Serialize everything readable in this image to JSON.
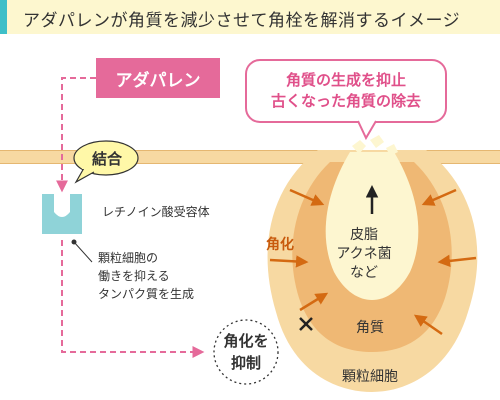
{
  "title": "アダパレンが角質を減少させて角栓を解消するイメージ",
  "drug": {
    "label": "アダパレン"
  },
  "callout": {
    "line1": "角質の生成を抑止",
    "line2": "古くなった角質の除去"
  },
  "bond": {
    "label": "結合"
  },
  "receptor": {
    "label": "レチノイン酸受容体"
  },
  "note": {
    "line1": "顆粒細胞の",
    "line2": "働きを抑える",
    "line3": "タンパク質を生成"
  },
  "inhibit": {
    "line1": "角化を",
    "line2": "抑制"
  },
  "pore": {
    "sebum_line1": "皮脂",
    "sebum_line2": "アクネ菌",
    "sebum_line3": "など",
    "keratinization_label": "角化",
    "stratum_corneum_label": "角質",
    "granular_cells_label": "顆粒細胞"
  },
  "colors": {
    "accent_teal": "#3ebfc8",
    "title_bg": "#fdf7cf",
    "drug_pink": "#e56a9a",
    "skin_band": "#f7d9a2",
    "granular_layer": "#f7d9a2",
    "stratum_corneum": "#efb874",
    "sebum": "#fdf6d0",
    "arrow_orange": "#d46a12",
    "receptor": "#8fd3d8"
  },
  "icons": {
    "upward_arrow": "arrow-up-icon",
    "blocked_mark": "cross-mark-icon",
    "pressure_arrows": "arrow-icon"
  }
}
